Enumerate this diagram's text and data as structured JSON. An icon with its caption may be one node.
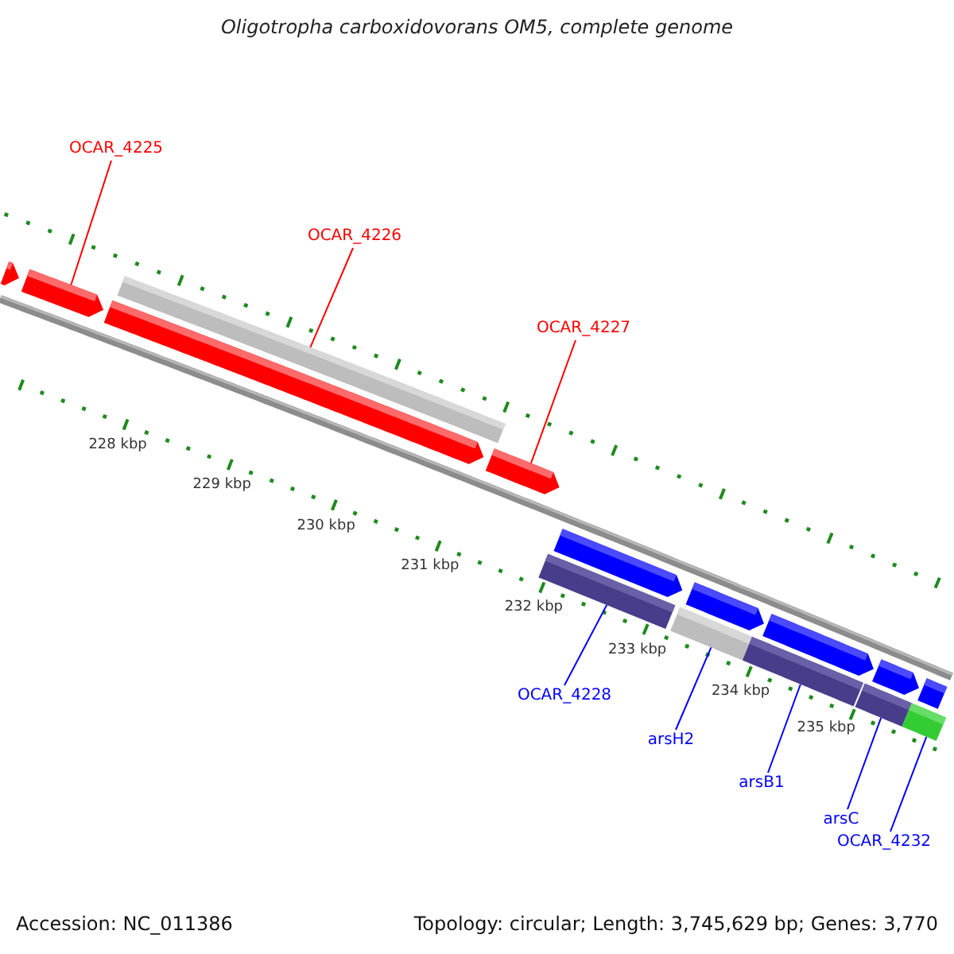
{
  "diagram": {
    "title": "Oligotropha carboxidovorans OM5, complete genome",
    "nodes": [
      {
        "text": [
          "OCAR_4225"
        ]
      },
      {
        "text": [
          "OCAR_4226"
        ]
      },
      {
        "text": [
          "OCAR_4227"
        ]
      },
      {
        "text": [
          "OCAR_4228"
        ]
      },
      {
        "text": [
          "arsH2"
        ]
      },
      {
        "text": [
          "arsB1"
        ]
      },
      {
        "text": [
          "arsC"
        ]
      },
      {
        "text": [
          "OCAR_4232"
        ]
      },
      {
        "text": [],
        "shape": "bar"
      },
      {
        "text": [],
        "shape": "bar"
      },
      {
        "text": [],
        "shape": "bar"
      },
      {
        "text": [],
        "shape": "bar"
      },
      {
        "text": [],
        "shape": "bar"
      },
      {
        "text": [],
        "shape": "bar"
      },
      {
        "text": [],
        "shape": "bar"
      },
      {
        "text": [],
        "shape": "bar"
      },
      {
        "text": [],
        "shape": "bar"
      },
      {
        "text": [],
        "shape": "bar"
      },
      {
        "text": [],
        "shape": "bar"
      },
      {
        "text": [],
        "shape": "bar"
      },
      {
        "text": [],
        "shape": "bar"
      },
      {
        "text": [],
        "shape": "bar"
      },
      {
        "text": [],
        "shape": "bar"
      }
    ],
    "edges": [
      {
        "from": 0,
        "to": 9,
        "arrow": "none",
        "color": "#ff0000"
      },
      {
        "from": 1,
        "to": 11,
        "arrow": "none",
        "color": "#ff0000"
      },
      {
        "from": 2,
        "to": 12,
        "arrow": "none",
        "color": "#ff0000"
      },
      {
        "from": 3,
        "to": 13,
        "arrow": "none"
      },
      {
        "from": 4,
        "to": 15,
        "arrow": "none"
      },
      {
        "from": 5,
        "to": 17,
        "arrow": "none"
      },
      {
        "from": 6,
        "to": 19,
        "arrow": "none"
      },
      {
        "from": 7,
        "to": 21,
        "arrow": "none"
      }
    ],
    "labels": [
      "228 kbp",
      "229 kbp",
      "230 kbp",
      "231 kbp",
      "232 kbp",
      "233 kbp",
      "234 kbp",
      "235 kbp",
      "Accession: NC_011386",
      "Topology: circular; Length: 3,745,629 bp; Genes: 3,770"
    ]
  }
}
